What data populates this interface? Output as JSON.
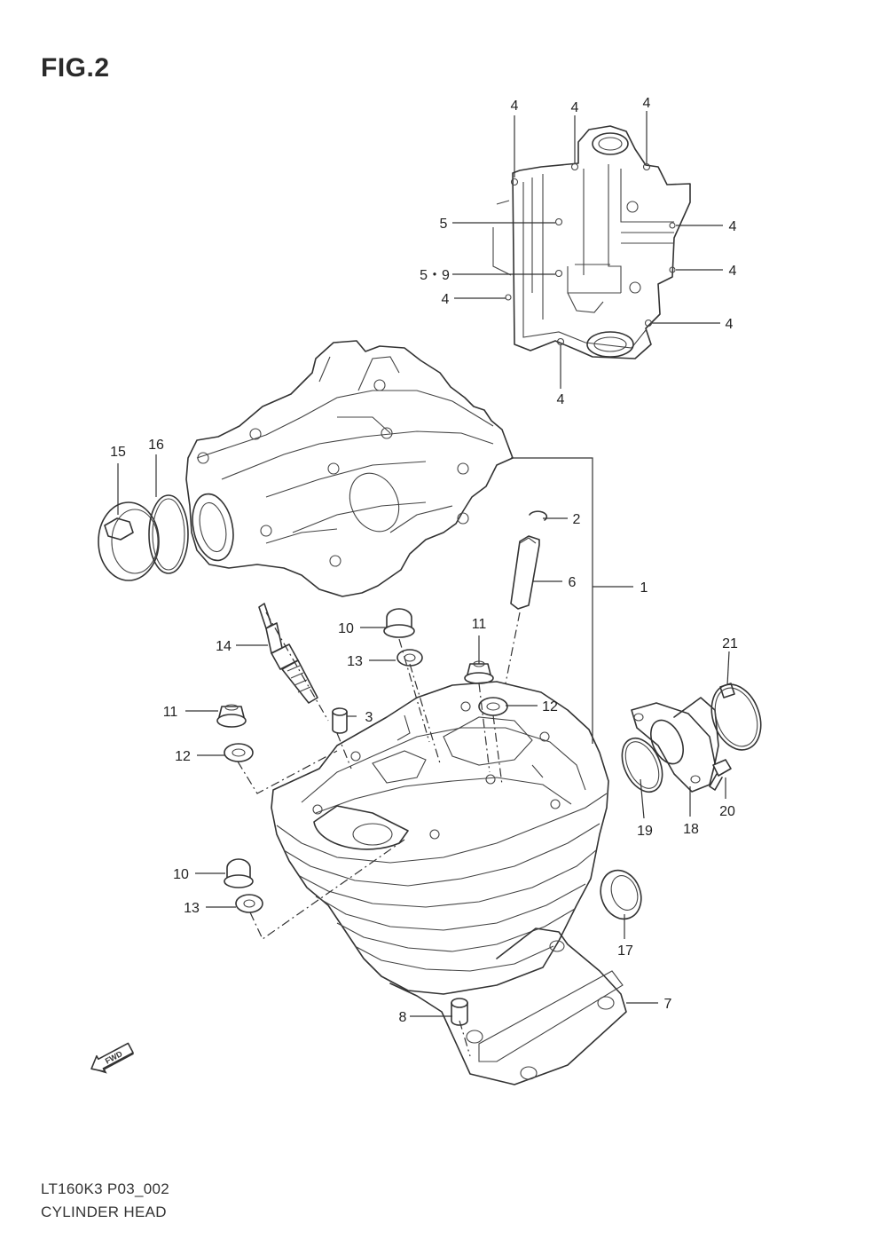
{
  "figure": {
    "title": "FIG.2",
    "code": "LT160K3 P03_002",
    "caption": "CYLINDER HEAD"
  },
  "fwd_label": "FWD",
  "callouts": {
    "c1": "1",
    "c2": "2",
    "c3": "3",
    "c4a": "4",
    "c4b": "4",
    "c4c": "4",
    "c4d": "4",
    "c4e": "4",
    "c4f": "4",
    "c4g": "4",
    "c4h": "4",
    "c5": "5",
    "c59": "5・9",
    "c6": "6",
    "c7": "7",
    "c8": "8",
    "c10a": "10",
    "c10b": "10",
    "c11a": "11",
    "c11b": "11",
    "c12a": "12",
    "c12b": "12",
    "c13a": "13",
    "c13b": "13",
    "c14": "14",
    "c15": "15",
    "c16": "16",
    "c17": "17",
    "c18": "18",
    "c19": "19",
    "c20": "20",
    "c21": "21"
  }
}
